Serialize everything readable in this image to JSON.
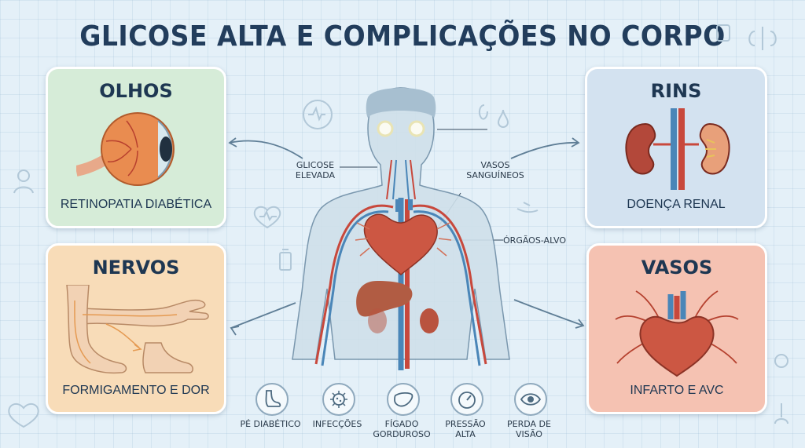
{
  "title": "GLICOSE ALTA E COMPLICAÇÕES NO CORPO",
  "cards": {
    "eyes": {
      "title": "OLHOS",
      "caption": "RETINOPATIA DIABÉTICA",
      "color": "#d6ecd8"
    },
    "kidneys": {
      "title": "RINS",
      "caption": "DOENÇA RENAL",
      "color": "#d3e2f0"
    },
    "nerves": {
      "title": "NERVOS",
      "caption": "FORMIGAMENTO E DOR",
      "color": "#f8dcb8"
    },
    "vessels": {
      "title": "VASOS",
      "caption": "INFARTO E AVC",
      "color": "#f5c2b2"
    }
  },
  "labels": {
    "glucose_1": "GLICOSE",
    "glucose_2": "ELEVADA",
    "vessels_1": "VASOS",
    "vessels_2": "SANGUÍNEOS",
    "organs": "ÓRGÃOS-ALVO"
  },
  "bottom_items": [
    {
      "icon": "foot-icon",
      "line1": "PÉ DIABÉTICO",
      "line2": ""
    },
    {
      "icon": "virus-icon",
      "line1": "INFECÇÕES",
      "line2": ""
    },
    {
      "icon": "liver-icon",
      "line1": "FÍGADO",
      "line2": "GORDUROSO"
    },
    {
      "icon": "gauge-icon",
      "line1": "PRESSÃO",
      "line2": "ALTA"
    },
    {
      "icon": "eye-icon",
      "line1": "PERDA DE",
      "line2": "VISÃO"
    }
  ],
  "colors": {
    "background": "#e4f0f8",
    "title": "#223d5c",
    "artery": "#c8483c",
    "vein": "#4a86b8",
    "skin": "#cfe0ea"
  }
}
